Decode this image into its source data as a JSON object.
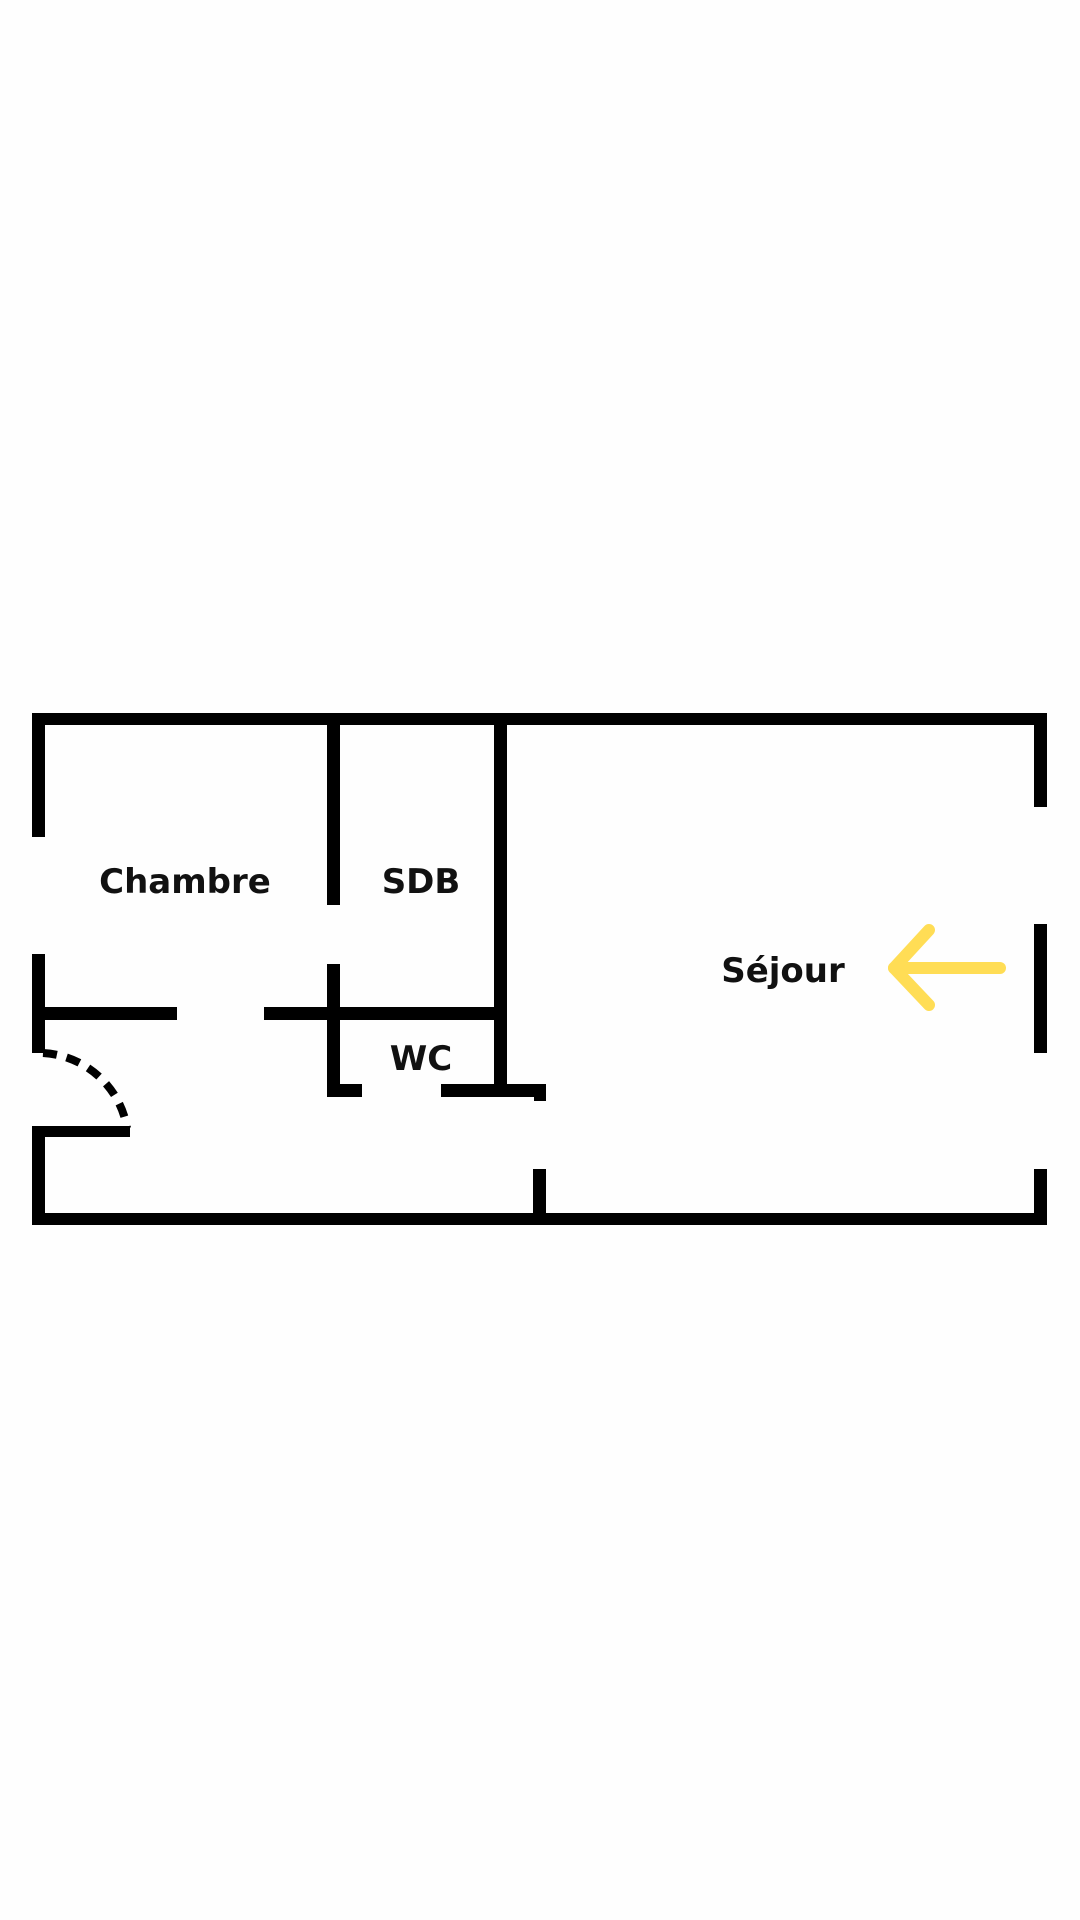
{
  "floorplan": {
    "rooms": {
      "chambre": "Chambre",
      "sdb": "SDB",
      "wc": "WC",
      "sejour": "Séjour"
    },
    "colors": {
      "wall": "#000000",
      "arrow": "#FFDD55",
      "background": "#FEFEFE"
    },
    "icons": [
      "entrance-arrow-icon",
      "door-swing-icon"
    ]
  }
}
